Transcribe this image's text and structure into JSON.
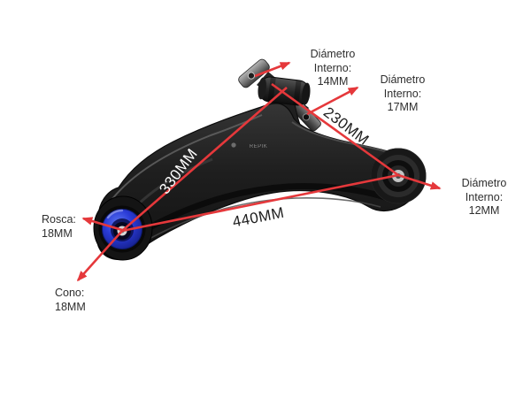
{
  "product_diagram": {
    "description": "suspension lower control arm with dimension callouts",
    "brand_stamp": "REPIK",
    "measurements": {
      "m330": "330MM",
      "m230": "230MM",
      "m440": "440MM"
    },
    "callouts": {
      "dia14": {
        "line1": "Diámetro Interno:",
        "line2": "14MM"
      },
      "dia17": {
        "line1": "Diámetro Interno:",
        "line2": "17MM"
      },
      "dia12": {
        "line1": "Diámetro Interno:",
        "line2": "12MM"
      },
      "rosca": {
        "line1": "Rosca:",
        "line2": "18MM"
      },
      "cono": {
        "line1": "Cono:",
        "line2": "18MM"
      }
    },
    "colors": {
      "annotation_red": "#e5383b",
      "label_text": "#2e2e2e",
      "part_black": "#1e1e1e",
      "bushing_blue": "#2a3bd6",
      "measure_text_light": "#ffffff",
      "measure_text_dark": "#1d1d1d",
      "background": "#ffffff"
    }
  }
}
